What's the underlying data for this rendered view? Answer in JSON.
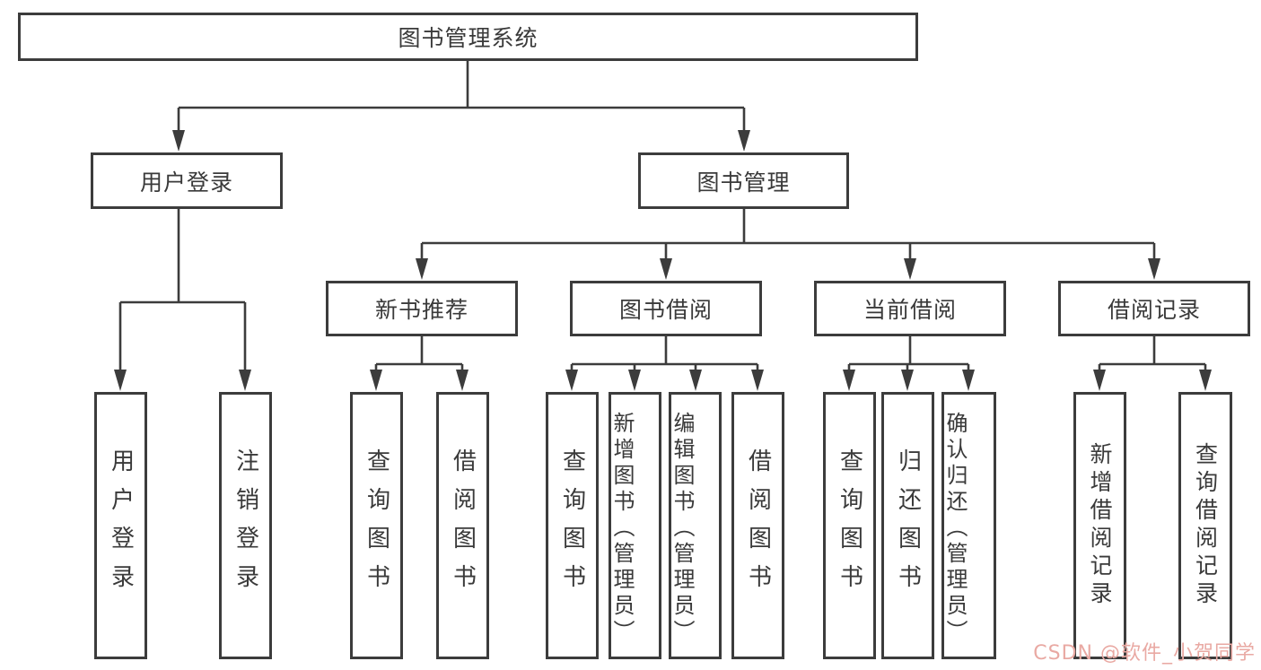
{
  "diagram": {
    "root": {
      "label": "图书管理系统"
    },
    "level2": [
      {
        "id": "user-login",
        "label": "用户登录",
        "parent": "图书管理系统"
      },
      {
        "id": "book-management",
        "label": "图书管理",
        "parent": "图书管理系统"
      }
    ],
    "level3": [
      {
        "id": "new-book-recommendation",
        "label": "新书推荐",
        "parent": "图书管理"
      },
      {
        "id": "book-borrowing",
        "label": "图书借阅",
        "parent": "图书管理"
      },
      {
        "id": "current-borrowing",
        "label": "当前借阅",
        "parent": "图书管理"
      },
      {
        "id": "borrowing-records",
        "label": "借阅记录",
        "parent": "图书管理"
      }
    ],
    "leaves": [
      {
        "label": "用户登录",
        "parent": "用户登录"
      },
      {
        "label": "注销登录",
        "parent": "用户登录"
      },
      {
        "label": "查询图书",
        "parent": "新书推荐"
      },
      {
        "label": "借阅图书",
        "parent": "新书推荐"
      },
      {
        "label": "查询图书",
        "parent": "图书借阅"
      },
      {
        "label": "新增图书（管理员）",
        "parent": "图书借阅"
      },
      {
        "label": "编辑图书（管理员）",
        "parent": "图书借阅"
      },
      {
        "label": "借阅图书",
        "parent": "图书借阅"
      },
      {
        "label": "查询图书",
        "parent": "当前借阅"
      },
      {
        "label": "归还图书",
        "parent": "当前借阅"
      },
      {
        "label": "确认归还（管理员）",
        "parent": "当前借阅"
      },
      {
        "label": "新增借阅记录",
        "parent": "借阅记录"
      },
      {
        "label": "查询借阅记录",
        "parent": "借阅记录"
      }
    ]
  },
  "watermark": {
    "text": "CSDN @软件_小贺同学",
    "color": "#e9a9a3"
  },
  "colors": {
    "line": "#3c3c3c",
    "box_border": "#3c3c3c",
    "text": "#3a3a3a",
    "background": "#ffffff"
  }
}
